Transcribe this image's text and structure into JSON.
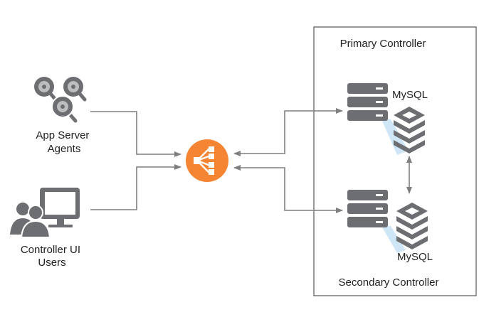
{
  "nodes": {
    "agents": {
      "lines": [
        "App Server",
        "Agents"
      ],
      "icon": "magnifier-cluster-icon"
    },
    "users": {
      "lines": [
        "Controller UI",
        "Users"
      ],
      "icon": "users-monitor-icon"
    },
    "load_balancer": {
      "icon": "load-balancer-icon"
    },
    "primary": {
      "title": "Primary Controller",
      "db_label": "MySQL"
    },
    "secondary": {
      "title": "Secondary Controller",
      "db_label": "MySQL"
    }
  },
  "colors": {
    "icon_gray": "#6d6e71",
    "accent_orange": "#f58533",
    "line_gray": "#7f7f7f",
    "highlight_blue": "#cfe6f7"
  }
}
